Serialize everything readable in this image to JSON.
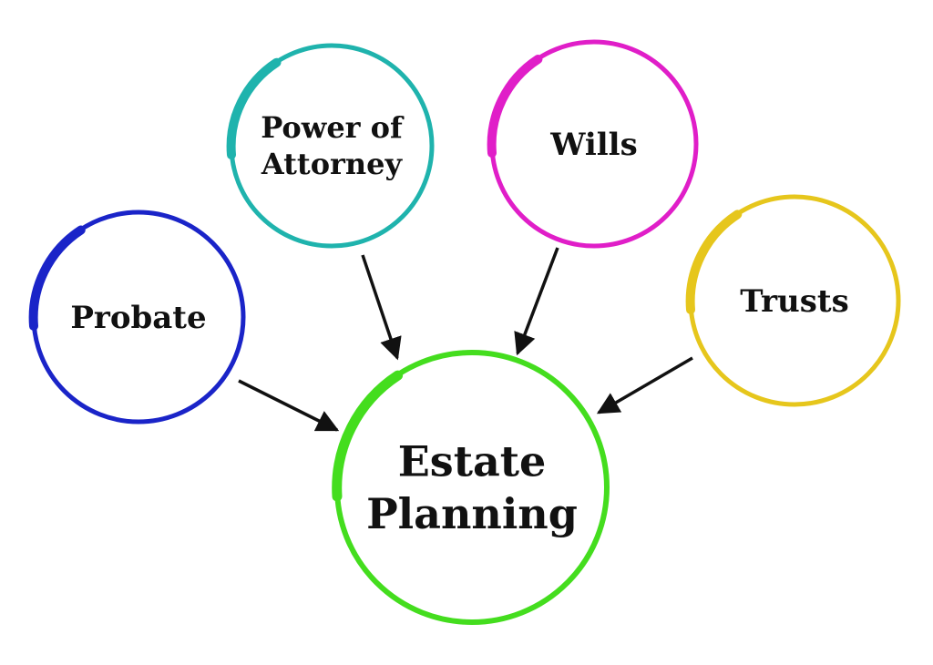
{
  "diagram": {
    "center": {
      "label_lines": [
        "Estate",
        "Planning"
      ],
      "color": "#44dd1e"
    },
    "nodes": [
      {
        "id": "probate",
        "label_lines": [
          "Probate"
        ],
        "color": "#1a24c8"
      },
      {
        "id": "power-of-attorney",
        "label_lines": [
          "Power of",
          "Attorney"
        ],
        "color": "#1fb3ad"
      },
      {
        "id": "wills",
        "label_lines": [
          "Wills"
        ],
        "color": "#e01ec8"
      },
      {
        "id": "trusts",
        "label_lines": [
          "Trusts"
        ],
        "color": "#e6c61c"
      }
    ],
    "arrow_color": "#111111"
  }
}
